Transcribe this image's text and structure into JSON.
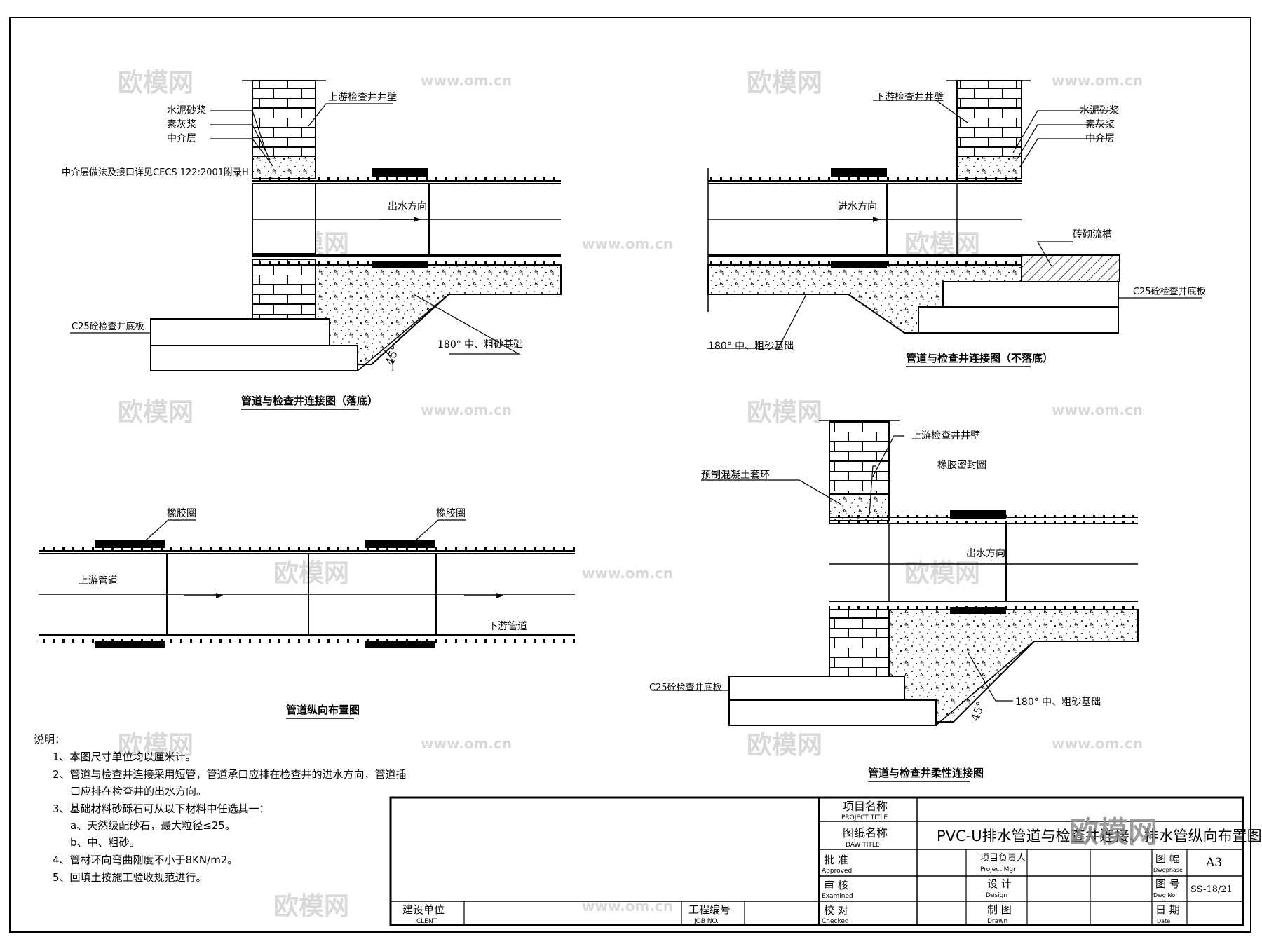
{
  "watermarks": {
    "cn": "欧模网",
    "url": "www.om.cn"
  },
  "detail1": {
    "title": "管道与检查井连接图（落底）",
    "labels": {
      "wall": "上游检查井井壁",
      "mortar": "水泥砂浆",
      "lime": "素灰浆",
      "medium": "中介层",
      "note": "中介层做法及接口详见CECS 122:2001附录H",
      "flow": "出水方向",
      "base": "C25砼检查井底板",
      "foundation": "180°  中、粗砂基础",
      "angle": "45°"
    }
  },
  "detail2": {
    "title": "管道与检查井连接图（不落底）",
    "labels": {
      "wall": "下游检查井井壁",
      "mortar": "水泥砂浆",
      "lime": "素灰浆",
      "medium": "中介层",
      "flow": "进水方向",
      "channel": "砖砌流槽",
      "base": "C25砼检查井底板",
      "foundation": "180°  中、粗砂基础"
    }
  },
  "detail3": {
    "title": "管道纵向布置图",
    "labels": {
      "ring1": "橡胶圈",
      "ring2": "橡胶圈",
      "upstream": "上游管道",
      "downstream": "下游管道"
    }
  },
  "detail4": {
    "title": "管道与检查井柔性连接图",
    "labels": {
      "wall": "上游检查井井壁",
      "seal": "橡胶密封圈",
      "collar": "预制混凝土套环",
      "flow": "出水方向",
      "base": "C25砼检查井底板",
      "foundation": "180°  中、粗砂基础",
      "angle": "45°"
    }
  },
  "notes": {
    "heading": "说明：",
    "lines": [
      "1、本图尺寸单位均以厘米计。",
      "2、管道与检查井连接采用短管，管道承口应排在检查井的进水方向，管道插",
      "口应排在检查井的出水方向。",
      "3、基础材料砂砾石可从以下材料中任选其一：",
      "a、天然级配砂石，最大粒径≤25。",
      "b、中、粗砂。",
      "4、管材环向弯曲刚度不小于8KN/m2。",
      "5、回填土按施工验收规范进行。"
    ]
  },
  "title_block": {
    "project_title_cn": "项目名称",
    "project_title_en": "PROJECT TITLE",
    "drawing_title_cn": "图纸名称",
    "drawing_title_en": "DAW TITLE",
    "drawing_name": "PVC-U排水管道与检查井连接、排水管纵向布置图",
    "approved_cn": "批 准",
    "approved_en": "Approved",
    "examined_cn": "审 核",
    "examined_en": "Examined",
    "checked_cn": "校 对",
    "checked_en": "Checked",
    "pm_cn": "项目负责人",
    "pm_en": "Project Mgr",
    "design_cn": "设 计",
    "design_en": "Design",
    "drawn_cn": "制 图",
    "drawn_en": "Drawn",
    "phase_cn": "图 幅",
    "phase_en": "Dwgphase",
    "phase_val": "A3",
    "dwgno_cn": "图 号",
    "dwgno_en": "Dwg No.",
    "dwgno_val": "SS-18/21",
    "date_cn": "日 期",
    "date_en": "Date",
    "client_cn": "建设单位",
    "client_en": "CLENT",
    "job_cn": "工程编号",
    "job_en": "JOB NO."
  },
  "brand": "欧模网"
}
